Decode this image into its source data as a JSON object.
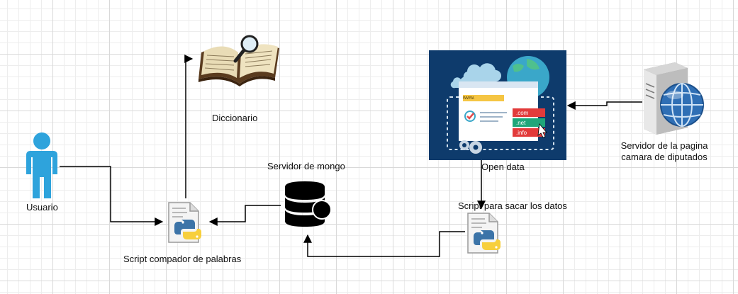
{
  "nodes": {
    "user": {
      "label": "Usuario"
    },
    "dictionary": {
      "label": "Diccionario"
    },
    "mongo": {
      "label": "Servidor de mongo"
    },
    "compare_script": {
      "label": "Script compador de palabras"
    },
    "scrape_script": {
      "label": "Script para sacar los datos"
    },
    "open_data": {
      "label": "Open data",
      "www": "www.",
      "domains": [
        ".com",
        ".net",
        ".info"
      ]
    },
    "server": {
      "label_line1": "Servidor de la pagina",
      "label_line2": "camara de diputados"
    }
  },
  "colors": {
    "user": "#2ea3dc",
    "open_data_bg": "#0e3b6c",
    "edge": "#000000"
  }
}
